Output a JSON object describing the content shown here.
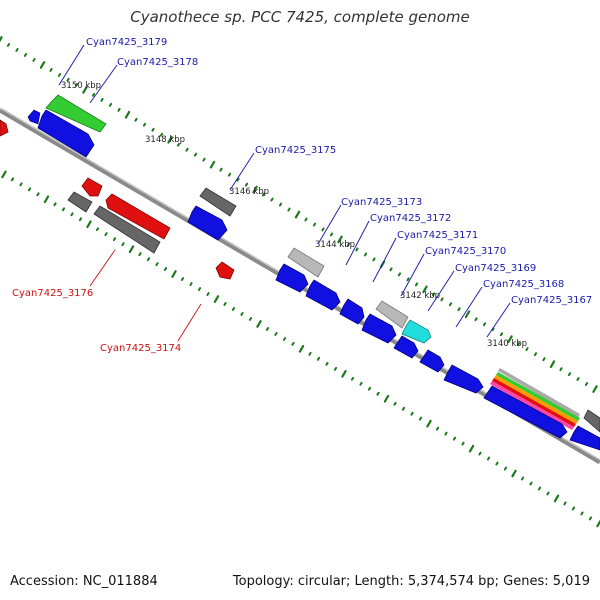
{
  "title": "Cyanothece sp. PCC 7425, complete genome",
  "accession": "Accession: NC_011884",
  "topology": "Topology: circular; Length: 5,374,574 bp; Genes: 5,019",
  "colors": {
    "blue": "#1010e0",
    "red": "#e01010",
    "gray": "#666666",
    "light_gray": "#b8b8b8",
    "green": "#33cc33",
    "cyan": "#22dddd",
    "tick": "#1a7a1a",
    "backbone": "#7a7a7a"
  },
  "kbp_labels": [
    "3150 kbp",
    "3148 kbp",
    "3146 kbp",
    "3144 kbp",
    "3142 kbp",
    "3140 kbp"
  ],
  "gene_labels": {
    "g3179": "Cyan7425_3179",
    "g3178": "Cyan7425_3178",
    "g3175": "Cyan7425_3175",
    "g3173": "Cyan7425_3173",
    "g3172": "Cyan7425_3172",
    "g3171": "Cyan7425_3171",
    "g3170": "Cyan7425_3170",
    "g3169": "Cyan7425_3169",
    "g3168": "Cyan7425_3168",
    "g3167": "Cyan7425_3167",
    "g3176": "Cyan7425_3176",
    "g3174": "Cyan7425_3174"
  }
}
